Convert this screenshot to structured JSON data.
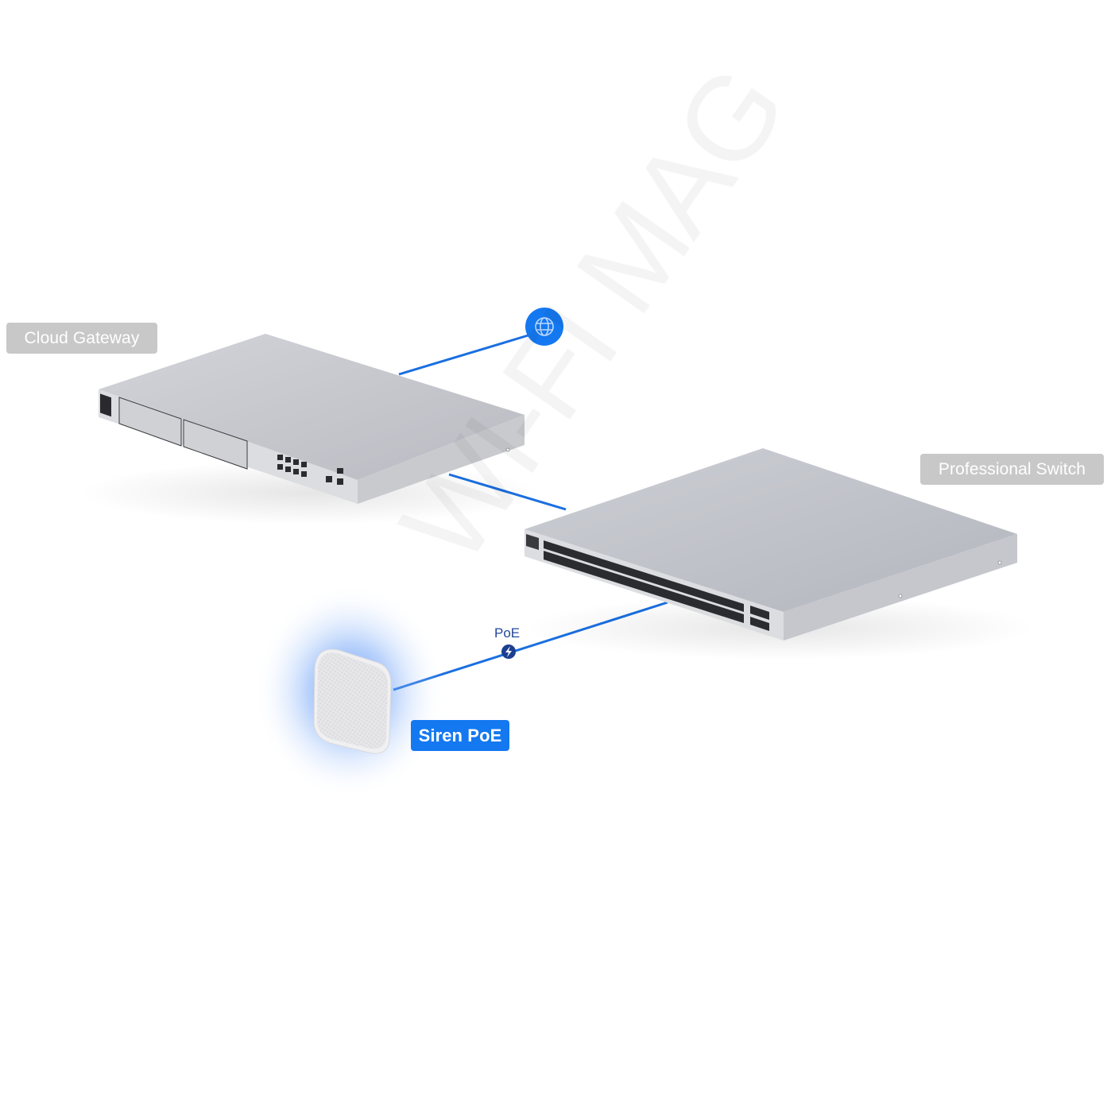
{
  "diagram": {
    "devices": [
      {
        "id": "cloud-gateway",
        "label": "Cloud Gateway",
        "type": "rack-gateway",
        "ports_front": 8
      },
      {
        "id": "professional-switch",
        "label": "Professional Switch",
        "type": "rack-switch",
        "ports_front": 48,
        "sfp_ports": 4
      },
      {
        "id": "siren-poe",
        "label": "Siren PoE",
        "type": "wall-siren",
        "highlighted": true
      }
    ],
    "nodes": [
      {
        "id": "internet",
        "icon": "globe-icon"
      }
    ],
    "connections": [
      {
        "from": "cloud-gateway",
        "to": "internet",
        "label": ""
      },
      {
        "from": "cloud-gateway",
        "to": "professional-switch",
        "label": ""
      },
      {
        "from": "professional-switch",
        "to": "siren-poe",
        "label": "PoE",
        "icon": "lightning-bolt-icon"
      }
    ]
  },
  "labels": {
    "cloud_gateway": "Cloud Gateway",
    "professional_switch": "Professional Switch",
    "siren_poe": "Siren PoE",
    "poe": "PoE"
  },
  "watermark": "WI-FI MAG",
  "colors": {
    "link_blue": "#1a6fe0",
    "accent_blue": "#1479f0",
    "poe_badge": "#1d3f8f",
    "gray_tag": "#c8c8c8",
    "device_top": "#bfc1c8",
    "device_front": "#d9dadd"
  }
}
